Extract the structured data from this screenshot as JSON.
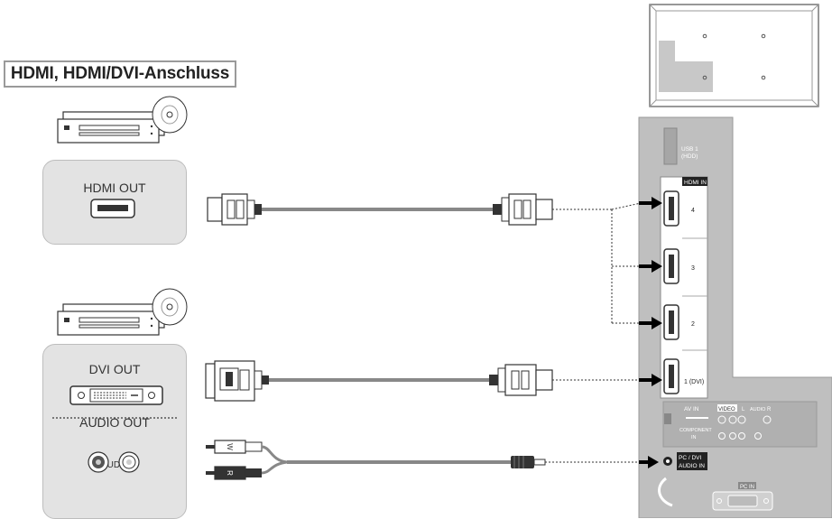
{
  "title": "HDMI, HDMI/DVI-Anschluss",
  "devices": {
    "top": {
      "port_label": "HDMI OUT"
    },
    "bottom": {
      "dvi_label": "DVI OUT",
      "audio_label": "AUDIO OUT",
      "audio_channels": "R-AUDIO-L"
    }
  },
  "tv_panel": {
    "usb_label_1": "USB 1",
    "usb_label_2": "(HDD)",
    "hdmi_in_header": "HDMI IN",
    "hdmi_ports": [
      "4",
      "3",
      "2",
      "1 (DVI)"
    ],
    "av_in": "AV IN",
    "video": "VIDEO",
    "audio_l": "L",
    "audio_label": "AUDIO",
    "audio_r": "R",
    "component_in_1": "COMPONENT",
    "component_in_2": "IN",
    "pc_dvi_audio_1": "PC / DVI",
    "pc_dvi_audio_2": "AUDIO IN",
    "pc_in": "PC IN"
  },
  "cable_plug_letters": [
    "W",
    "R"
  ]
}
